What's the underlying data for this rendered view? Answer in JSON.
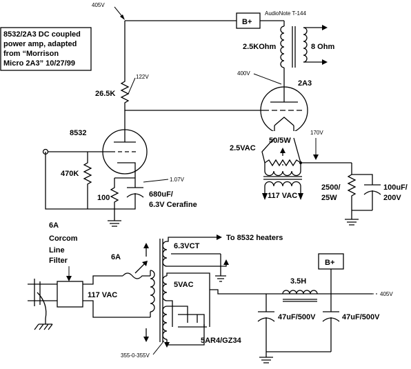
{
  "notes": {
    "title_lines": [
      "8532/2A3 DC coupled",
      "power amp, adapted",
      "from “Morrison",
      "Micro 2A3” 10/27/99"
    ]
  },
  "voltages": {
    "v405_top": "405V",
    "v122": "122V",
    "v400": "400V",
    "v107": "1.07V",
    "v170": "170V",
    "v405_right": "405V",
    "v355": "355-0-355V"
  },
  "labels": {
    "bplus_top": "B+",
    "bplus_bottom": "B+",
    "out_xfmr": "AudioNote T-144",
    "primary_z": "2.5KOhm",
    "secondary_z": "8 Ohm",
    "tube_2a3": "2A3",
    "tube_8532": "8532",
    "r_plate": "26.5K",
    "r_grid": "470K",
    "r_cathode": "100",
    "c_cathode_1": "680uF/",
    "c_cathode_2": "6.3V Cerafine",
    "filament_vac": "2.5VAC",
    "pot": "50/5W",
    "fil_xfmr_vac": "117 VAC",
    "r_bias_1": "2500/",
    "r_bias_2": "25W",
    "c_bias_1": "100uF/",
    "c_bias_2": "200V",
    "fuse_rating": "6A",
    "filter_1": "6A",
    "filter_2": "Corcom",
    "filter_3": "Line",
    "filter_4": "Filter",
    "mains_vac": "117 VAC",
    "heater_winding": "6.3VCT",
    "heater_dest": "To 8532 heaters",
    "rect_winding": "5VAC",
    "rectifier": "5AR4/GZ34",
    "choke": "3.5H",
    "c_filter_1": "47uF/500V",
    "c_filter_2": "47uF/500V"
  }
}
